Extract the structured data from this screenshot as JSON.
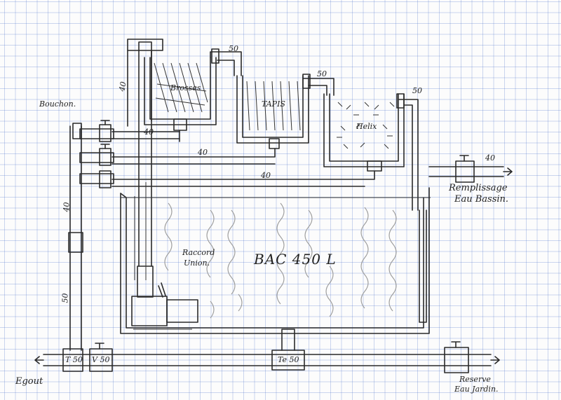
{
  "labels": {
    "bouchon": "Bouchon.",
    "brosses": "Brosses",
    "tapis": "TAPIS",
    "helix": "Helix",
    "raccord_line1": "Raccord",
    "raccord_line2": "Union.",
    "bac": "BAC 450 L",
    "remplissage_line1": "Remplissage",
    "remplissage_line2": "Eau Bassin.",
    "egout": "Egout",
    "reserve_line1": "Reserve",
    "reserve_line2": "Eau Jardin.",
    "dim_40_riser": "40",
    "dim_50_a": "50",
    "dim_50_b": "50",
    "dim_50_c": "50",
    "dim_40_pipe1": "40",
    "dim_40_pipe2": "40",
    "dim_40_pipe3": "40",
    "dim_40_fill": "40",
    "dim_40_drain": "40",
    "dim_50_drain": "50",
    "tee_left": "T 50",
    "valve_left": "V 50",
    "tee_mid": "Te 50"
  }
}
